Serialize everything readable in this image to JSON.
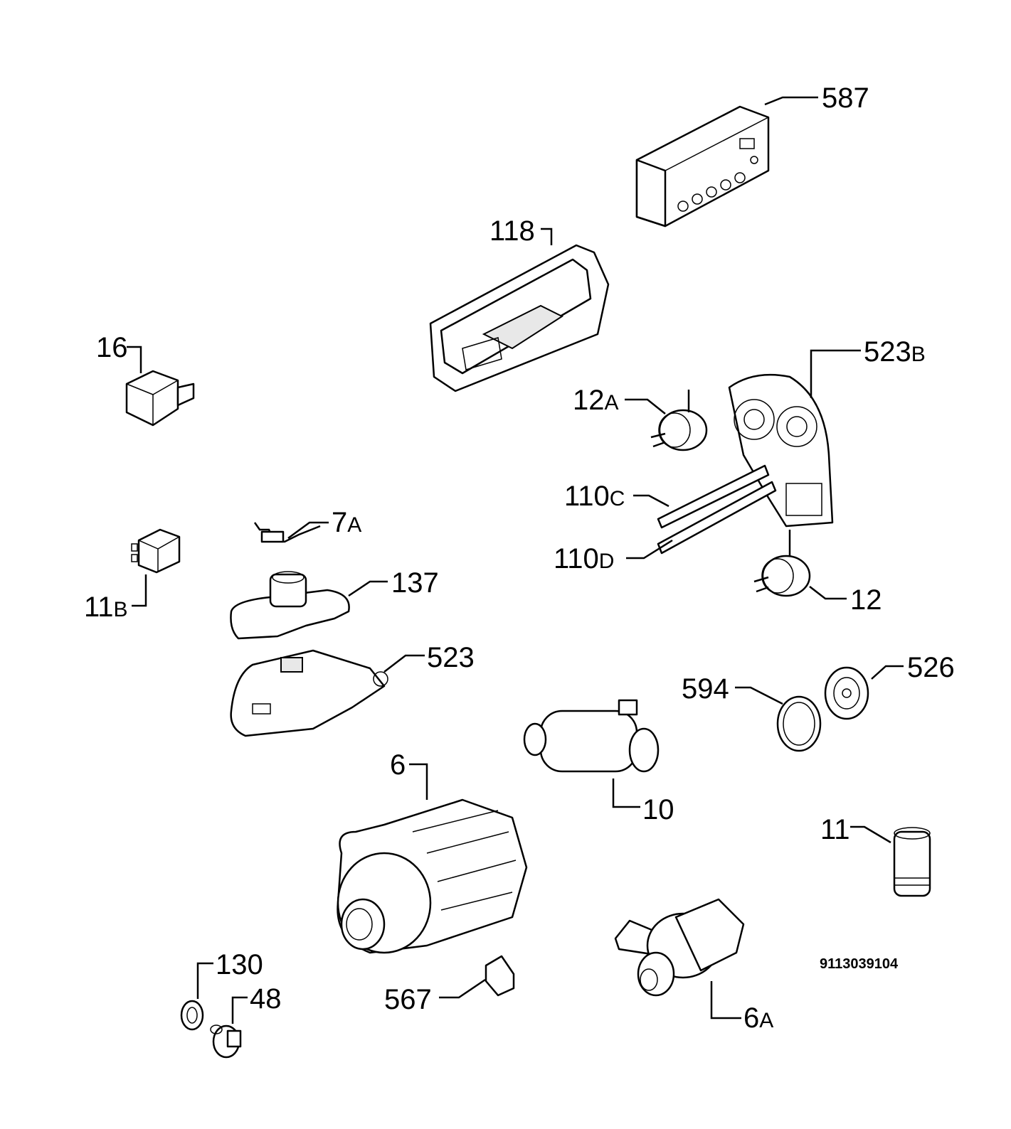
{
  "diagram": {
    "serial_number": "9113039104",
    "callouts": [
      {
        "id": "587",
        "num": "587",
        "suffix": ""
      },
      {
        "id": "118",
        "num": "118",
        "suffix": ""
      },
      {
        "id": "16",
        "num": "16",
        "suffix": ""
      },
      {
        "id": "523B",
        "num": "523",
        "suffix": "B"
      },
      {
        "id": "12A",
        "num": "12",
        "suffix": "A"
      },
      {
        "id": "110C",
        "num": "110",
        "suffix": "C"
      },
      {
        "id": "110D",
        "num": "110",
        "suffix": "D"
      },
      {
        "id": "12",
        "num": "12",
        "suffix": ""
      },
      {
        "id": "7A",
        "num": "7",
        "suffix": "A"
      },
      {
        "id": "11B",
        "num": "11",
        "suffix": "B"
      },
      {
        "id": "137",
        "num": "137",
        "suffix": ""
      },
      {
        "id": "523",
        "num": "523",
        "suffix": ""
      },
      {
        "id": "594",
        "num": "594",
        "suffix": ""
      },
      {
        "id": "526",
        "num": "526",
        "suffix": ""
      },
      {
        "id": "6",
        "num": "6",
        "suffix": ""
      },
      {
        "id": "10",
        "num": "10",
        "suffix": ""
      },
      {
        "id": "11",
        "num": "11",
        "suffix": ""
      },
      {
        "id": "130",
        "num": "130",
        "suffix": ""
      },
      {
        "id": "48",
        "num": "48",
        "suffix": ""
      },
      {
        "id": "567",
        "num": "567",
        "suffix": ""
      },
      {
        "id": "6A",
        "num": "6",
        "suffix": "A"
      }
    ]
  }
}
